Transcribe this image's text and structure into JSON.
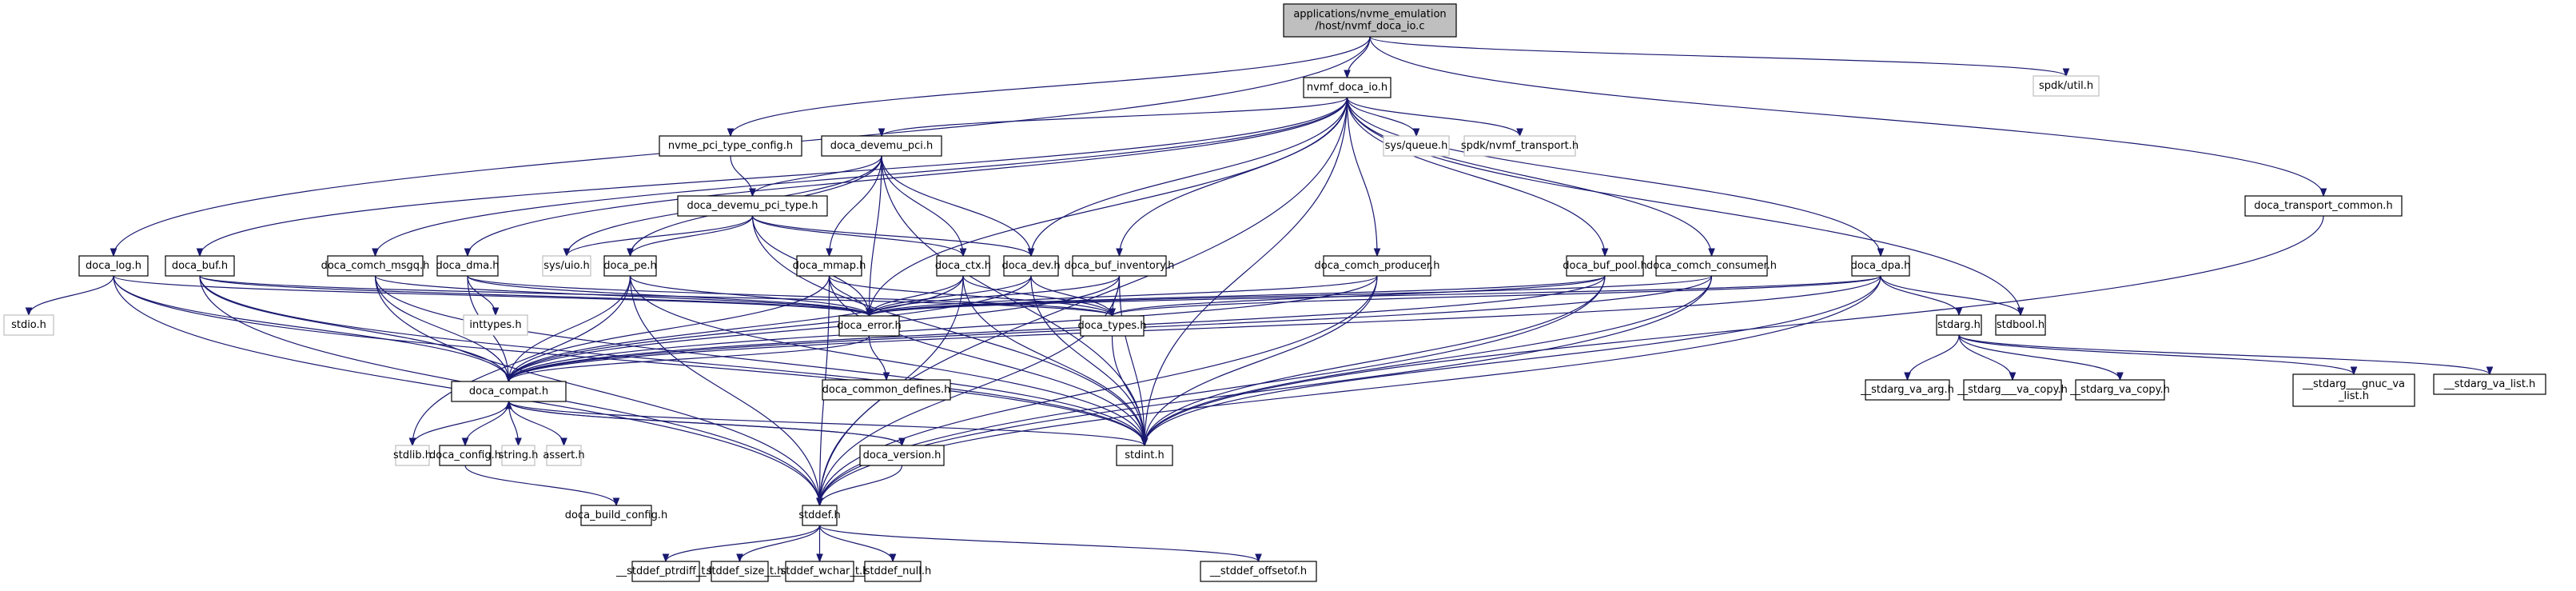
{
  "title": "Include dependency graph for applications/nvme_emulation/host/nvmf_doca_io.c",
  "colors": {
    "edge": "#191970",
    "root_fill": "#bfbfbf",
    "node_border": "#000000",
    "external_border": "#bfbfbf"
  },
  "nodes": [
    {
      "id": "root",
      "label": [
        "applications/nvme_emulation",
        "/host/nvmf_doca_io.c"
      ],
      "kind": "root"
    },
    {
      "id": "nvmf_doca_io_h",
      "label": [
        "nvmf_doca_io.h"
      ],
      "kind": "internal"
    },
    {
      "id": "spdk_util_h",
      "label": [
        "spdk/util.h"
      ],
      "kind": "external"
    },
    {
      "id": "nvme_pci_type_config_h",
      "label": [
        "nvme_pci_type_config.h"
      ],
      "kind": "internal"
    },
    {
      "id": "doca_devemu_pci_h",
      "label": [
        "doca_devemu_pci.h"
      ],
      "kind": "internal"
    },
    {
      "id": "sys_queue_h",
      "label": [
        "sys/queue.h"
      ],
      "kind": "external"
    },
    {
      "id": "spdk_nvmf_transport_h",
      "label": [
        "spdk/nvmf_transport.h"
      ],
      "kind": "external"
    },
    {
      "id": "doca_transport_common_h",
      "label": [
        "doca_transport_common.h"
      ],
      "kind": "internal"
    },
    {
      "id": "doca_devemu_pci_type_h",
      "label": [
        "doca_devemu_pci_type.h"
      ],
      "kind": "internal"
    },
    {
      "id": "doca_log_h",
      "label": [
        "doca_log.h"
      ],
      "kind": "internal"
    },
    {
      "id": "doca_buf_h",
      "label": [
        "doca_buf.h"
      ],
      "kind": "internal"
    },
    {
      "id": "doca_comch_msgq_h",
      "label": [
        "doca_comch_msgq.h"
      ],
      "kind": "internal"
    },
    {
      "id": "doca_dma_h",
      "label": [
        "doca_dma.h"
      ],
      "kind": "internal"
    },
    {
      "id": "sys_uio_h",
      "label": [
        "sys/uio.h"
      ],
      "kind": "external"
    },
    {
      "id": "doca_pe_h",
      "label": [
        "doca_pe.h"
      ],
      "kind": "internal"
    },
    {
      "id": "doca_mmap_h",
      "label": [
        "doca_mmap.h"
      ],
      "kind": "internal"
    },
    {
      "id": "doca_ctx_h",
      "label": [
        "doca_ctx.h"
      ],
      "kind": "internal"
    },
    {
      "id": "doca_dev_h",
      "label": [
        "doca_dev.h"
      ],
      "kind": "internal"
    },
    {
      "id": "doca_buf_inventory_h",
      "label": [
        "doca_buf_inventory.h"
      ],
      "kind": "internal"
    },
    {
      "id": "doca_comch_producer_h",
      "label": [
        "doca_comch_producer.h"
      ],
      "kind": "internal"
    },
    {
      "id": "doca_buf_pool_h",
      "label": [
        "doca_buf_pool.h"
      ],
      "kind": "internal"
    },
    {
      "id": "doca_comch_consumer_h",
      "label": [
        "doca_comch_consumer.h"
      ],
      "kind": "internal"
    },
    {
      "id": "doca_dpa_h",
      "label": [
        "doca_dpa.h"
      ],
      "kind": "internal"
    },
    {
      "id": "stdio_h",
      "label": [
        "stdio.h"
      ],
      "kind": "external"
    },
    {
      "id": "inttypes_h",
      "label": [
        "inttypes.h"
      ],
      "kind": "external"
    },
    {
      "id": "doca_error_h",
      "label": [
        "doca_error.h"
      ],
      "kind": "internal"
    },
    {
      "id": "doca_types_h",
      "label": [
        "doca_types.h"
      ],
      "kind": "internal"
    },
    {
      "id": "stdarg_h",
      "label": [
        "stdarg.h"
      ],
      "kind": "internal"
    },
    {
      "id": "stdbool_h",
      "label": [
        "stdbool.h"
      ],
      "kind": "internal"
    },
    {
      "id": "doca_compat_h",
      "label": [
        "doca_compat.h"
      ],
      "kind": "internal"
    },
    {
      "id": "doca_common_defines_h",
      "label": [
        "doca_common_defines.h"
      ],
      "kind": "internal"
    },
    {
      "id": "stdarg_va_arg_h",
      "label": [
        "__stdarg_va_arg.h"
      ],
      "kind": "internal"
    },
    {
      "id": "stdarg___va_copy_h",
      "label": [
        "__stdarg___va_copy.h"
      ],
      "kind": "internal"
    },
    {
      "id": "stdarg_va_copy_h",
      "label": [
        "__stdarg_va_copy.h"
      ],
      "kind": "internal"
    },
    {
      "id": "stdarg___gnuc_va_list_h",
      "label": [
        "__stdarg___gnuc_va",
        "_list.h"
      ],
      "kind": "internal"
    },
    {
      "id": "stdarg_va_list_h",
      "label": [
        "__stdarg_va_list.h"
      ],
      "kind": "internal"
    },
    {
      "id": "stdlib_h",
      "label": [
        "stdlib.h"
      ],
      "kind": "external"
    },
    {
      "id": "doca_config_h",
      "label": [
        "doca_config.h"
      ],
      "kind": "internal"
    },
    {
      "id": "string_h",
      "label": [
        "string.h"
      ],
      "kind": "external"
    },
    {
      "id": "assert_h",
      "label": [
        "assert.h"
      ],
      "kind": "external"
    },
    {
      "id": "doca_version_h",
      "label": [
        "doca_version.h"
      ],
      "kind": "internal"
    },
    {
      "id": "stdint_h",
      "label": [
        "stdint.h"
      ],
      "kind": "internal"
    },
    {
      "id": "doca_build_config_h",
      "label": [
        "doca_build_config.h"
      ],
      "kind": "internal"
    },
    {
      "id": "stddef_h",
      "label": [
        "stddef.h"
      ],
      "kind": "internal"
    },
    {
      "id": "stddef_ptrdiff_t_h",
      "label": [
        "__stddef_ptrdiff_t.h"
      ],
      "kind": "internal"
    },
    {
      "id": "stddef_size_t_h",
      "label": [
        "__stddef_size_t.h"
      ],
      "kind": "internal"
    },
    {
      "id": "stddef_wchar_t_h",
      "label": [
        "__stddef_wchar_t.h"
      ],
      "kind": "internal"
    },
    {
      "id": "stddef_null_h",
      "label": [
        "__stddef_null.h"
      ],
      "kind": "internal"
    },
    {
      "id": "stddef_offsetof_h",
      "label": [
        "__stddef_offsetof.h"
      ],
      "kind": "internal"
    }
  ],
  "edges": [
    [
      "root",
      "nvmf_doca_io_h"
    ],
    [
      "root",
      "spdk_util_h"
    ],
    [
      "root",
      "doca_log_h"
    ],
    [
      "root",
      "nvme_pci_type_config_h"
    ],
    [
      "root",
      "doca_transport_common_h"
    ],
    [
      "nvmf_doca_io_h",
      "doca_devemu_pci_h"
    ],
    [
      "nvmf_doca_io_h",
      "sys_queue_h"
    ],
    [
      "nvmf_doca_io_h",
      "spdk_nvmf_transport_h"
    ],
    [
      "nvmf_doca_io_h",
      "doca_buf_h"
    ],
    [
      "nvmf_doca_io_h",
      "doca_comch_msgq_h"
    ],
    [
      "nvmf_doca_io_h",
      "doca_dma_h"
    ],
    [
      "nvmf_doca_io_h",
      "doca_dev_h"
    ],
    [
      "nvmf_doca_io_h",
      "doca_buf_inventory_h"
    ],
    [
      "nvmf_doca_io_h",
      "doca_comch_producer_h"
    ],
    [
      "nvmf_doca_io_h",
      "doca_buf_pool_h"
    ],
    [
      "nvmf_doca_io_h",
      "doca_comch_consumer_h"
    ],
    [
      "nvmf_doca_io_h",
      "doca_dpa_h"
    ],
    [
      "nvmf_doca_io_h",
      "doca_error_h"
    ],
    [
      "nvmf_doca_io_h",
      "stdint_h"
    ],
    [
      "nvmf_doca_io_h",
      "stddef_h"
    ],
    [
      "nvmf_doca_io_h",
      "stdbool_h"
    ],
    [
      "nvme_pci_type_config_h",
      "doca_devemu_pci_type_h"
    ],
    [
      "doca_devemu_pci_h",
      "doca_devemu_pci_type_h"
    ],
    [
      "doca_devemu_pci_h",
      "sys_uio_h"
    ],
    [
      "doca_devemu_pci_h",
      "doca_pe_h"
    ],
    [
      "doca_devemu_pci_h",
      "doca_mmap_h"
    ],
    [
      "doca_devemu_pci_h",
      "doca_ctx_h"
    ],
    [
      "doca_devemu_pci_h",
      "doca_dev_h"
    ],
    [
      "doca_devemu_pci_h",
      "doca_error_h"
    ],
    [
      "doca_devemu_pci_h",
      "stdint_h"
    ],
    [
      "doca_devemu_pci_type_h",
      "sys_uio_h"
    ],
    [
      "doca_devemu_pci_type_h",
      "doca_pe_h"
    ],
    [
      "doca_devemu_pci_type_h",
      "doca_ctx_h"
    ],
    [
      "doca_devemu_pci_type_h",
      "doca_dev_h"
    ],
    [
      "doca_devemu_pci_type_h",
      "doca_error_h"
    ],
    [
      "doca_devemu_pci_type_h",
      "stdint_h"
    ],
    [
      "doca_transport_common_h",
      "stdint_h"
    ],
    [
      "doca_log_h",
      "stdio_h"
    ],
    [
      "doca_log_h",
      "doca_compat_h"
    ],
    [
      "doca_log_h",
      "doca_error_h"
    ],
    [
      "doca_log_h",
      "stdint_h"
    ],
    [
      "doca_log_h",
      "stddef_h"
    ],
    [
      "doca_buf_h",
      "doca_compat_h"
    ],
    [
      "doca_buf_h",
      "doca_error_h"
    ],
    [
      "doca_buf_h",
      "doca_types_h"
    ],
    [
      "doca_buf_h",
      "stdint_h"
    ],
    [
      "doca_buf_h",
      "stddef_h"
    ],
    [
      "doca_comch_msgq_h",
      "doca_compat_h"
    ],
    [
      "doca_comch_msgq_h",
      "doca_error_h"
    ],
    [
      "doca_comch_msgq_h",
      "stdint_h"
    ],
    [
      "doca_comch_msgq_h",
      "stddef_h"
    ],
    [
      "doca_dma_h",
      "inttypes_h"
    ],
    [
      "doca_dma_h",
      "doca_compat_h"
    ],
    [
      "doca_dma_h",
      "doca_error_h"
    ],
    [
      "doca_dma_h",
      "doca_types_h"
    ],
    [
      "doca_pe_h",
      "doca_compat_h"
    ],
    [
      "doca_pe_h",
      "doca_error_h"
    ],
    [
      "doca_pe_h",
      "stdlib_h"
    ],
    [
      "doca_pe_h",
      "stdint_h"
    ],
    [
      "doca_pe_h",
      "stddef_h"
    ],
    [
      "doca_mmap_h",
      "doca_compat_h"
    ],
    [
      "doca_mmap_h",
      "doca_error_h"
    ],
    [
      "doca_mmap_h",
      "doca_types_h"
    ],
    [
      "doca_mmap_h",
      "stdint_h"
    ],
    [
      "doca_mmap_h",
      "stddef_h"
    ],
    [
      "doca_ctx_h",
      "doca_compat_h"
    ],
    [
      "doca_ctx_h",
      "doca_error_h"
    ],
    [
      "doca_ctx_h",
      "doca_types_h"
    ],
    [
      "doca_ctx_h",
      "stdint_h"
    ],
    [
      "doca_ctx_h",
      "stddef_h"
    ],
    [
      "doca_dev_h",
      "doca_compat_h"
    ],
    [
      "doca_dev_h",
      "doca_error_h"
    ],
    [
      "doca_dev_h",
      "doca_types_h"
    ],
    [
      "doca_dev_h",
      "stdint_h"
    ],
    [
      "doca_buf_inventory_h",
      "doca_compat_h"
    ],
    [
      "doca_buf_inventory_h",
      "doca_error_h"
    ],
    [
      "doca_buf_inventory_h",
      "doca_types_h"
    ],
    [
      "doca_buf_inventory_h",
      "stdint_h"
    ],
    [
      "doca_buf_inventory_h",
      "stddef_h"
    ],
    [
      "doca_comch_producer_h",
      "doca_compat_h"
    ],
    [
      "doca_comch_producer_h",
      "doca_error_h"
    ],
    [
      "doca_comch_producer_h",
      "stdint_h"
    ],
    [
      "doca_comch_producer_h",
      "stddef_h"
    ],
    [
      "doca_buf_pool_h",
      "doca_compat_h"
    ],
    [
      "doca_buf_pool_h",
      "doca_error_h"
    ],
    [
      "doca_buf_pool_h",
      "doca_types_h"
    ],
    [
      "doca_buf_pool_h",
      "stdint_h"
    ],
    [
      "doca_buf_pool_h",
      "stddef_h"
    ],
    [
      "doca_comch_consumer_h",
      "doca_compat_h"
    ],
    [
      "doca_comch_consumer_h",
      "doca_error_h"
    ],
    [
      "doca_comch_consumer_h",
      "stdint_h"
    ],
    [
      "doca_comch_consumer_h",
      "stddef_h"
    ],
    [
      "doca_dpa_h",
      "doca_compat_h"
    ],
    [
      "doca_dpa_h",
      "doca_error_h"
    ],
    [
      "doca_dpa_h",
      "doca_types_h"
    ],
    [
      "doca_dpa_h",
      "stdarg_h"
    ],
    [
      "doca_dpa_h",
      "stdbool_h"
    ],
    [
      "doca_dpa_h",
      "stdint_h"
    ],
    [
      "doca_dpa_h",
      "stddef_h"
    ],
    [
      "doca_error_h",
      "doca_compat_h"
    ],
    [
      "doca_error_h",
      "doca_common_defines_h"
    ],
    [
      "doca_types_h",
      "stdint_h"
    ],
    [
      "stdarg_h",
      "stdarg_va_arg_h"
    ],
    [
      "stdarg_h",
      "stdarg___va_copy_h"
    ],
    [
      "stdarg_h",
      "stdarg_va_copy_h"
    ],
    [
      "stdarg_h",
      "stdarg___gnuc_va_list_h"
    ],
    [
      "stdarg_h",
      "stdarg_va_list_h"
    ],
    [
      "doca_compat_h",
      "stdlib_h"
    ],
    [
      "doca_compat_h",
      "doca_config_h"
    ],
    [
      "doca_compat_h",
      "string_h"
    ],
    [
      "doca_compat_h",
      "assert_h"
    ],
    [
      "doca_compat_h",
      "doca_version_h"
    ],
    [
      "doca_compat_h",
      "stdint_h"
    ],
    [
      "doca_config_h",
      "doca_build_config_h"
    ],
    [
      "doca_version_h",
      "doca_compat_h"
    ],
    [
      "doca_version_h",
      "stddef_h"
    ],
    [
      "stddef_h",
      "stddef_ptrdiff_t_h"
    ],
    [
      "stddef_h",
      "stddef_size_t_h"
    ],
    [
      "stddef_h",
      "stddef_wchar_t_h"
    ],
    [
      "stddef_h",
      "stddef_null_h"
    ],
    [
      "stddef_h",
      "stddef_offsetof_h"
    ]
  ]
}
